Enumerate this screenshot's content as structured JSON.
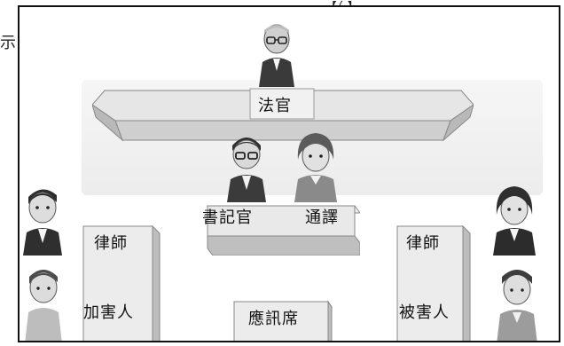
{
  "header_fragment": "【（ 】",
  "side_fragment": "示",
  "labels": {
    "judge": "法官",
    "clerk": "書記官",
    "interpreter": "通譯",
    "lawyer_left": "律師",
    "defendant": "加害人",
    "witness_stand": "應訊席",
    "lawyer_right": "律師",
    "victim": "被害人"
  },
  "colors": {
    "bench_top": "#e6e6e6",
    "bench_front": "#d2d2d2",
    "bench_edge": "#a9a9a9",
    "frame": "#111111"
  }
}
